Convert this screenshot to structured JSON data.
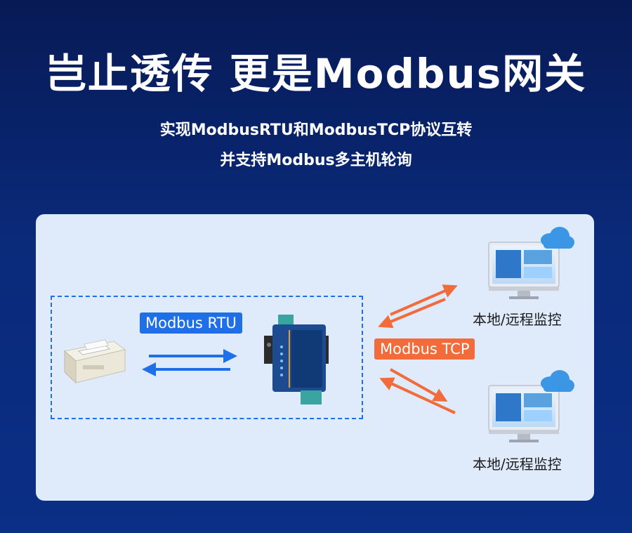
{
  "header": {
    "title": "岂止透传 更是Modbus网关",
    "subtitle_line1": "实现ModbusRTU和ModbusTCP协议互转",
    "subtitle_line2": "并支持Modbus多主机轮询"
  },
  "diagram": {
    "rtu_label": "Modbus RTU",
    "tcp_label": "Modbus TCP",
    "monitor_label_top": "本地/远程监控",
    "monitor_label_bottom": "本地/远程监控",
    "colors": {
      "rtu_blue": "#1f6fe8",
      "tcp_orange": "#f26b3a",
      "panel_bg": "#dfeafb"
    },
    "icons": [
      "printer-icon",
      "gateway-device-icon",
      "monitor-icon",
      "cloud-icon"
    ]
  }
}
